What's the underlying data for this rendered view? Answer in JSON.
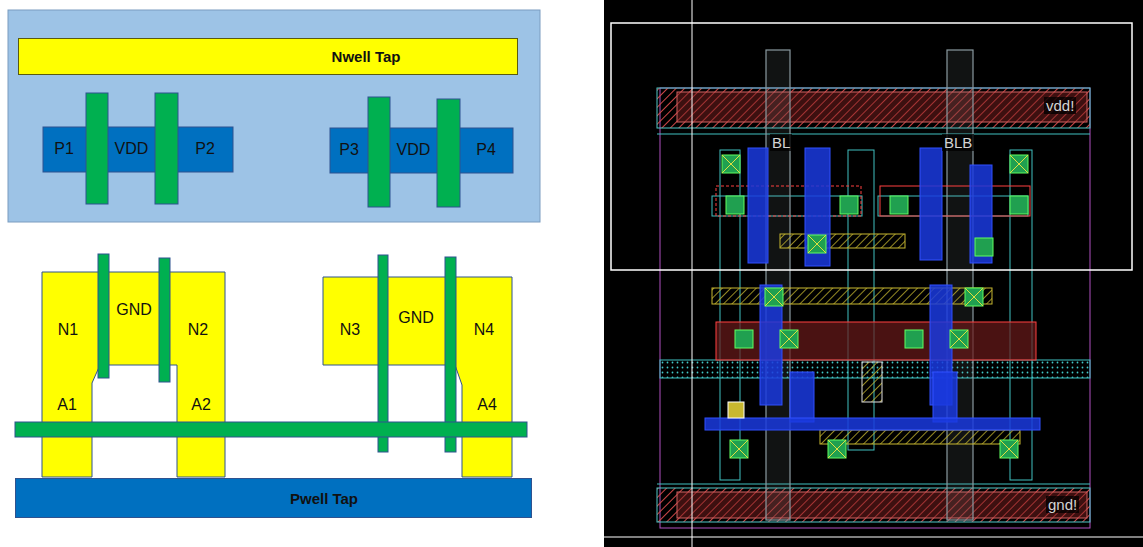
{
  "diagram": {
    "nodes": [
      {
        "text": [
          "Nwell Tap"
        ]
      },
      {
        "text": [
          "P1",
          "VDD",
          "P2"
        ]
      },
      {
        "text": [
          "P3",
          "VDD",
          "P4"
        ]
      },
      {
        "text": [
          "N1",
          "GND",
          "N2",
          "A1",
          "A2"
        ]
      },
      {
        "text": [
          "N3",
          "GND",
          "N4",
          "A4"
        ]
      },
      {
        "text": [
          "Pwell Tap"
        ]
      }
    ],
    "labels": [
      "BL",
      "BLB",
      "vdd!",
      "gnd!"
    ]
  }
}
